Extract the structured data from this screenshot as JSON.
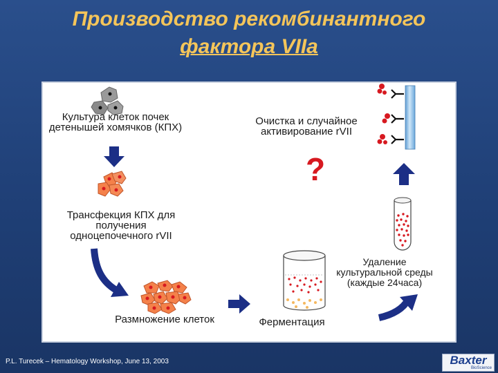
{
  "title": {
    "line1": "Производство рекомбинантного",
    "line2": "фактора VIIa"
  },
  "labels": {
    "cho_culture_line1": "Культура клеток почек",
    "cho_culture_line2": "детенышей хомячков (КПХ)",
    "purification_line1": "Очистка и случайное",
    "purification_line2": "активирование rVII",
    "transfection_line1": "Трансфекция КПХ для",
    "transfection_line2": "получения",
    "transfection_line3": "одноцепочечного rVII",
    "medium_removal_line1": "Удаление",
    "medium_removal_line2": "культуральной среды",
    "medium_removal_line3": "(каждые  24часа)",
    "cell_expansion": "Размножение клеток",
    "fermentation": "Ферментация",
    "question_mark": "?"
  },
  "footer": {
    "citation": "P.L. Turecek – Hematology Workshop, June 13, 2003"
  },
  "logo": {
    "brand": "Baxter",
    "sub": "BioScience"
  },
  "colors": {
    "background": "#1f3f76",
    "title": "#f4c55a",
    "arrow": "#1c2f86",
    "cell_orange": "#f4814a",
    "cell_red": "#d71920",
    "grey_cells": "#8a8a8a",
    "column_blue": "#8fc3ea",
    "question": "#d71920"
  },
  "icons": [
    "grey-cell-cluster-icon",
    "transfected-cell-cluster-icon",
    "expanded-cell-cluster-icon",
    "fermenter-vessel-icon",
    "test-tube-icon",
    "chromatography-column-icon",
    "antibody-y-icon"
  ]
}
